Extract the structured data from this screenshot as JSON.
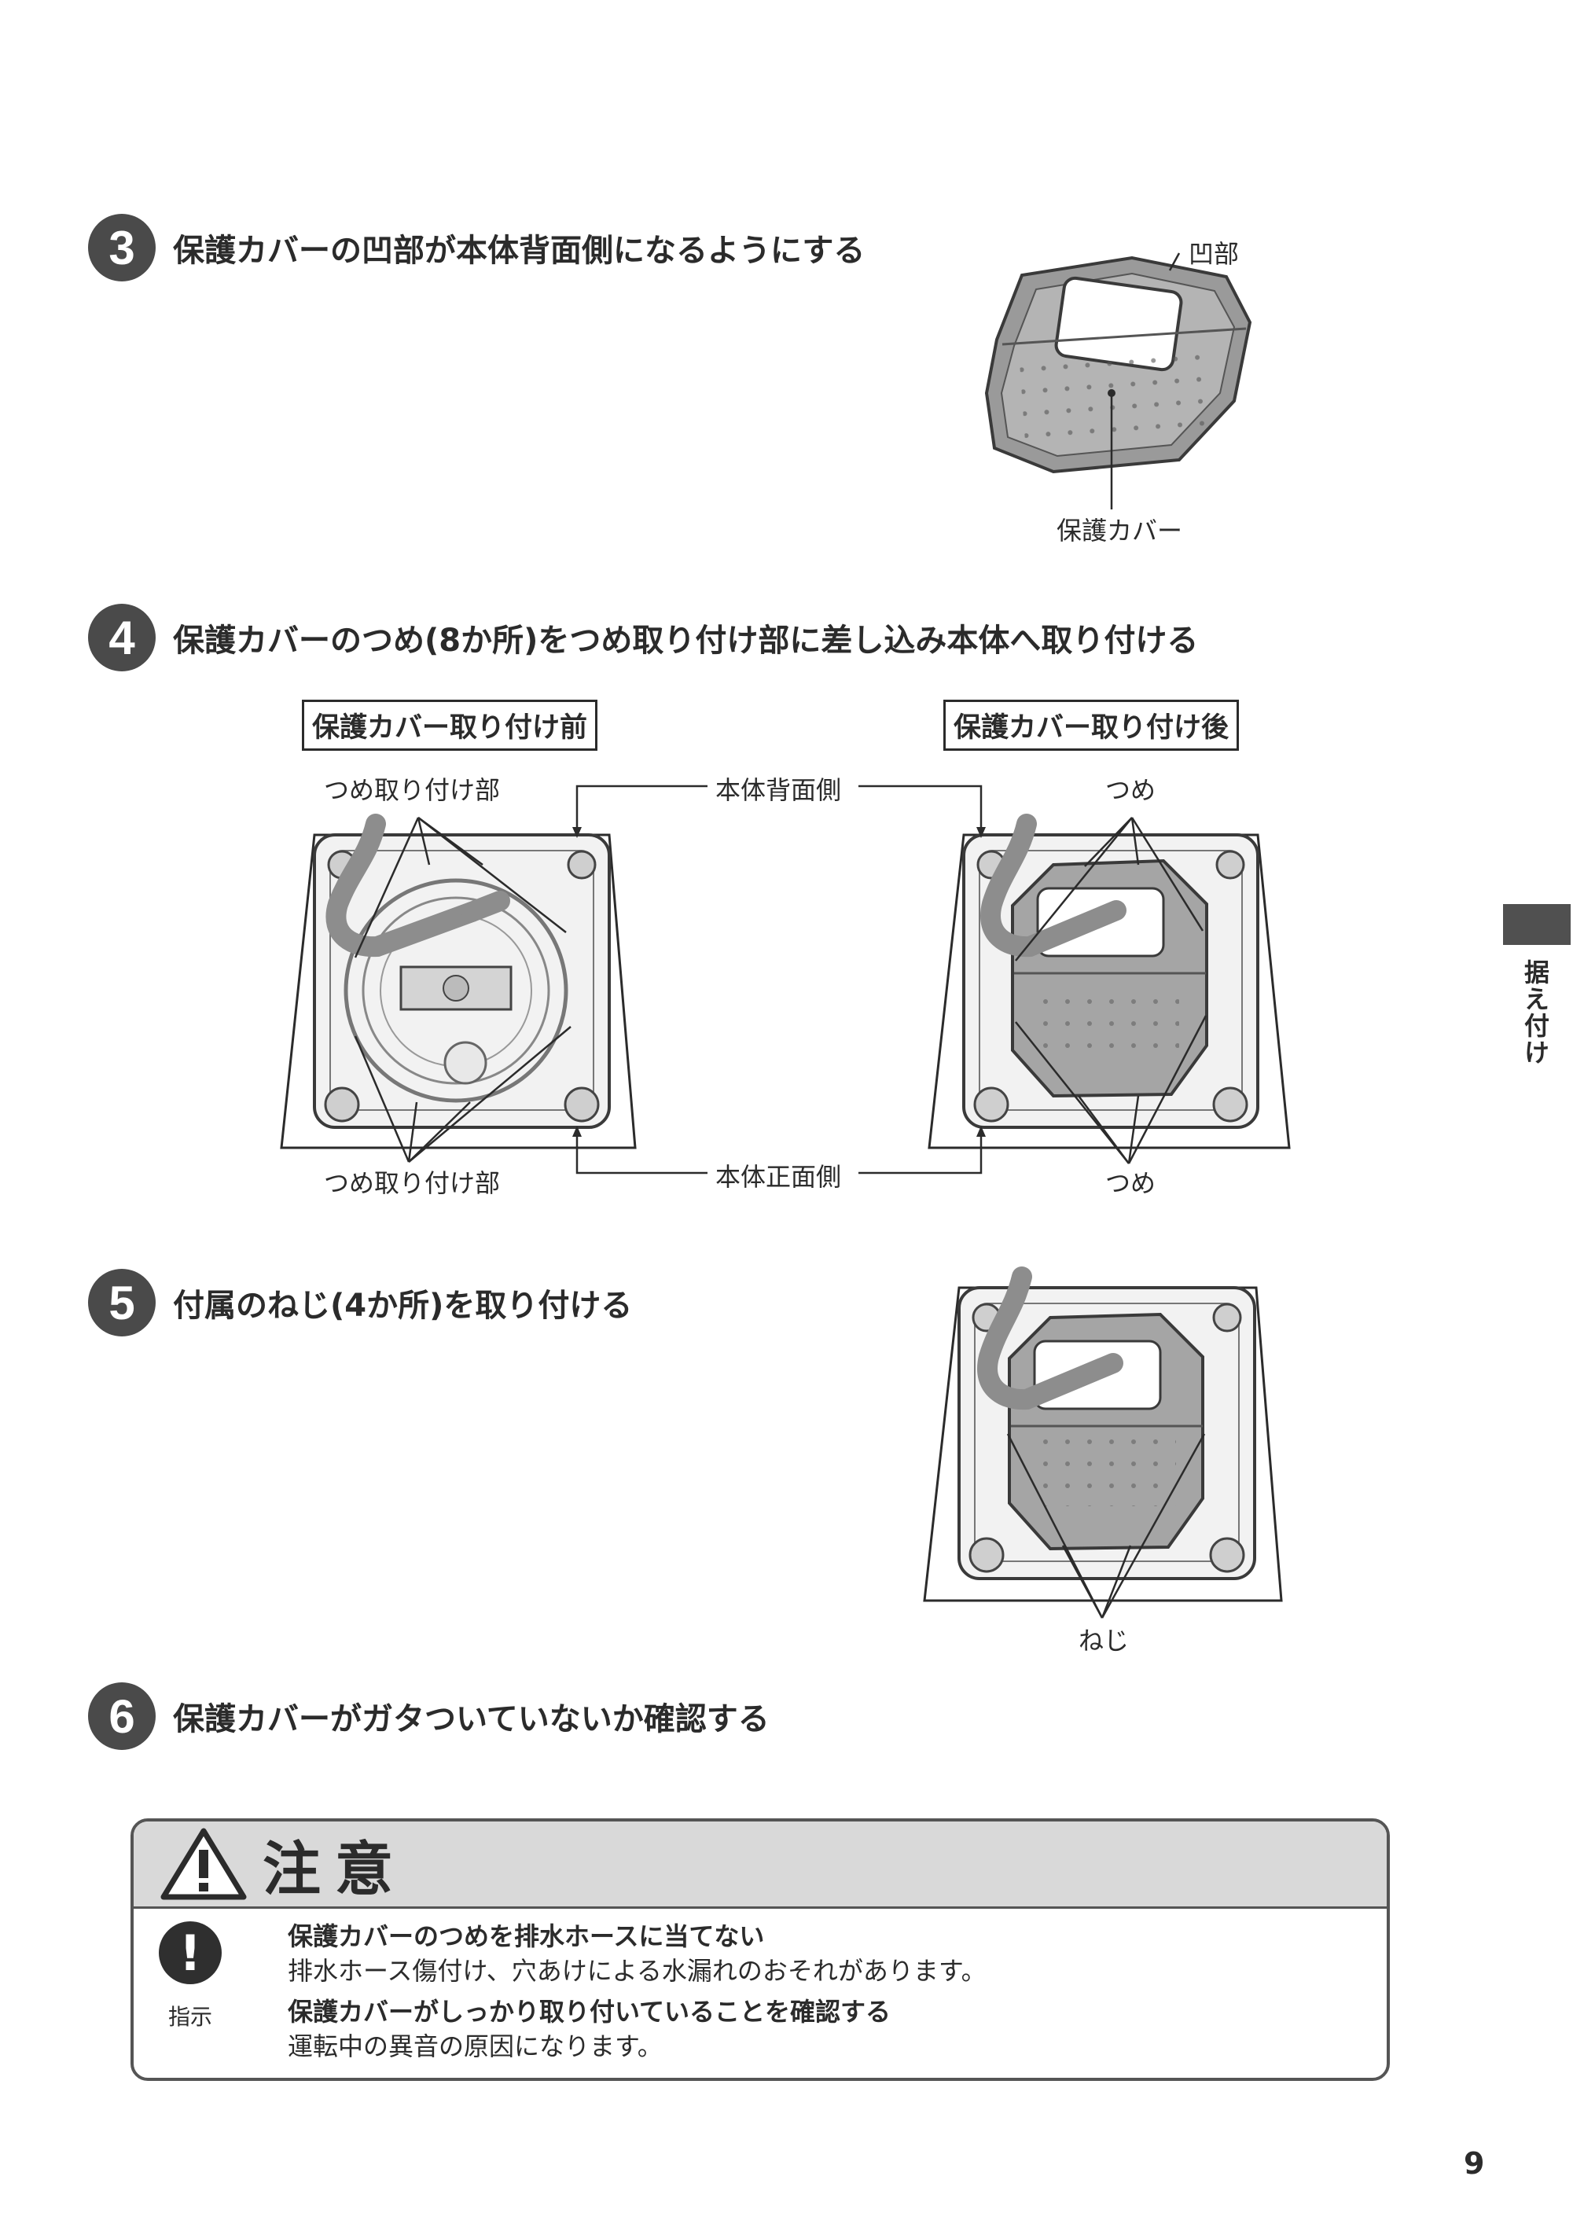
{
  "steps": [
    {
      "num": "3",
      "text": "保護カバーの凹部が本体背面側になるようにする"
    },
    {
      "num": "4",
      "text": "保護カバーのつめ(8か所)をつめ取り付け部に差し込み本体へ取り付ける"
    },
    {
      "num": "5",
      "text": "付属のねじ(4か所)を取り付ける"
    },
    {
      "num": "6",
      "text": "保護カバーがガタついていないか確認する"
    }
  ],
  "fig3": {
    "recess_label": "凹部",
    "cover_label": "保護カバー"
  },
  "fig4": {
    "before_title": "保護カバー取り付け前",
    "after_title": "保護カバー取り付け後",
    "claw_mount_top": "つめ取り付け部",
    "claw_mount_bottom": "つめ取り付け部",
    "back_side": "本体背面側",
    "front_side": "本体正面側",
    "claw_top": "つめ",
    "claw_bottom": "つめ"
  },
  "fig5": {
    "screw_label": "ねじ"
  },
  "side_tab": {
    "text": "据え付け"
  },
  "caution": {
    "title": "注意",
    "icon_mark": "!",
    "icon_label": "指示",
    "items": [
      {
        "heading": "保護カバーのつめを排水ホースに当てない",
        "body": "排水ホース傷付け、穴あけによる水漏れのおそれがあります。"
      },
      {
        "heading": "保護カバーがしっかり取り付いていることを確認する",
        "body": "運転中の異音の原因になります。"
      }
    ]
  },
  "page_number": "9"
}
